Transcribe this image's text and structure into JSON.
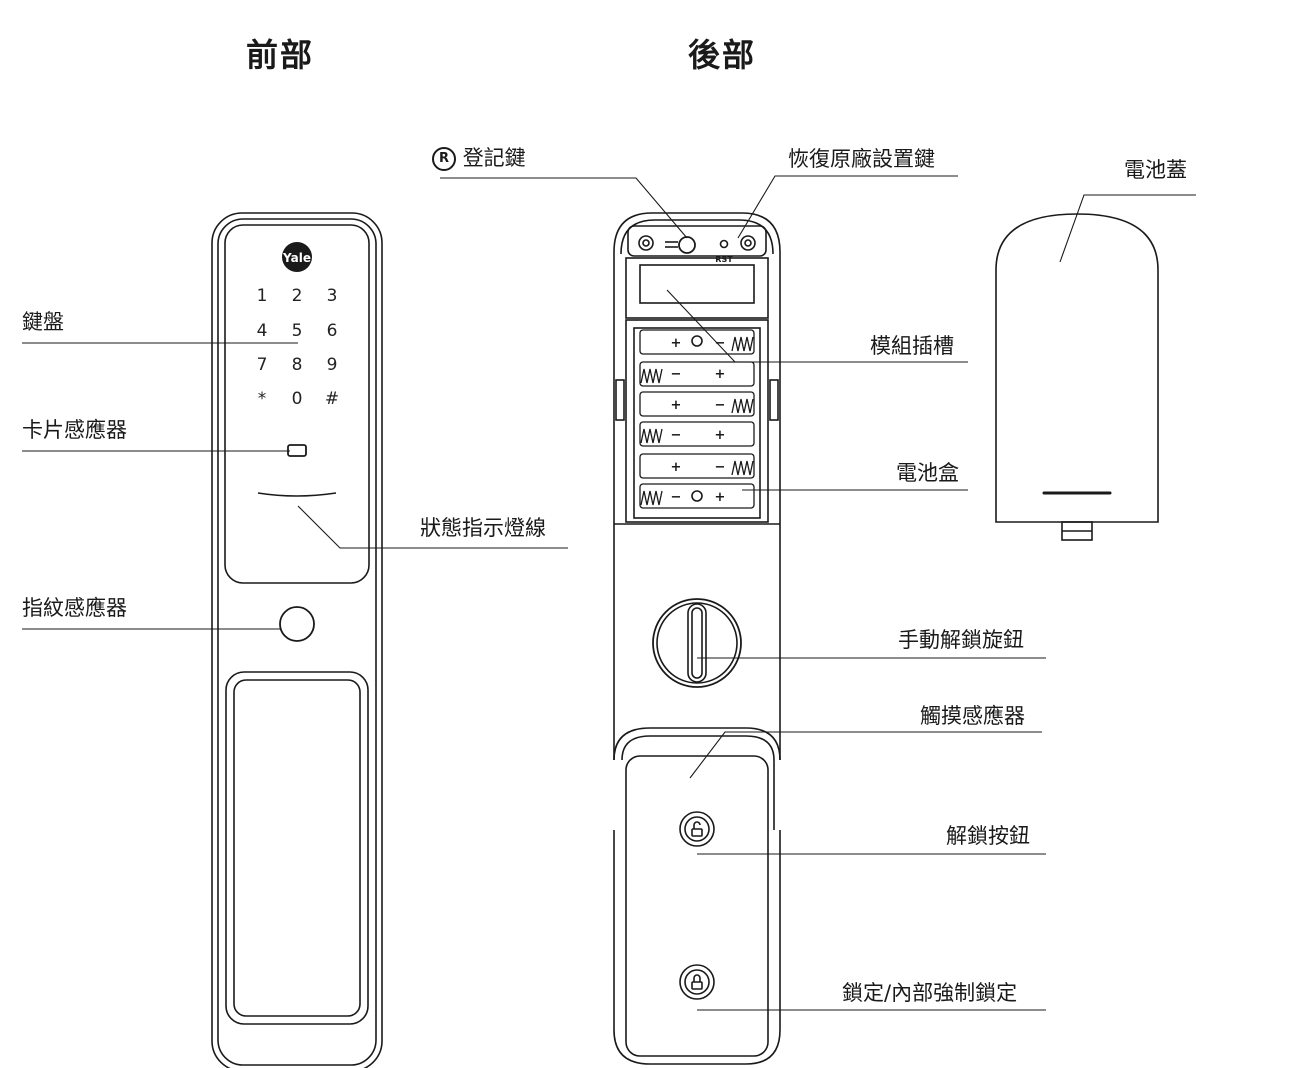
{
  "headings": {
    "front": "前部",
    "back": "後部"
  },
  "front_labels": {
    "keypad": "鍵盤",
    "card_sensor": "卡片感應器",
    "status_light": "狀態指示燈線",
    "fingerprint": "指紋感應器"
  },
  "back_labels": {
    "register_symbol": "R",
    "register": "登記鍵",
    "factory_reset": "恢復原廠設置鍵",
    "battery_cover": "電池蓋",
    "module_slot": "模組插槽",
    "battery_box": "電池盒",
    "manual_knob": "手動解鎖旋鈕",
    "touch_sensor": "觸摸感應器",
    "unlock_button": "解鎖按鈕",
    "lock_button": "鎖定/內部強制鎖定"
  },
  "device_text": {
    "brand": "Yale",
    "rst": "RST",
    "keys": [
      "1",
      "2",
      "3",
      "4",
      "5",
      "6",
      "7",
      "8",
      "9",
      "*",
      "0",
      "#"
    ],
    "battery_plus": "+",
    "battery_minus": "−"
  }
}
